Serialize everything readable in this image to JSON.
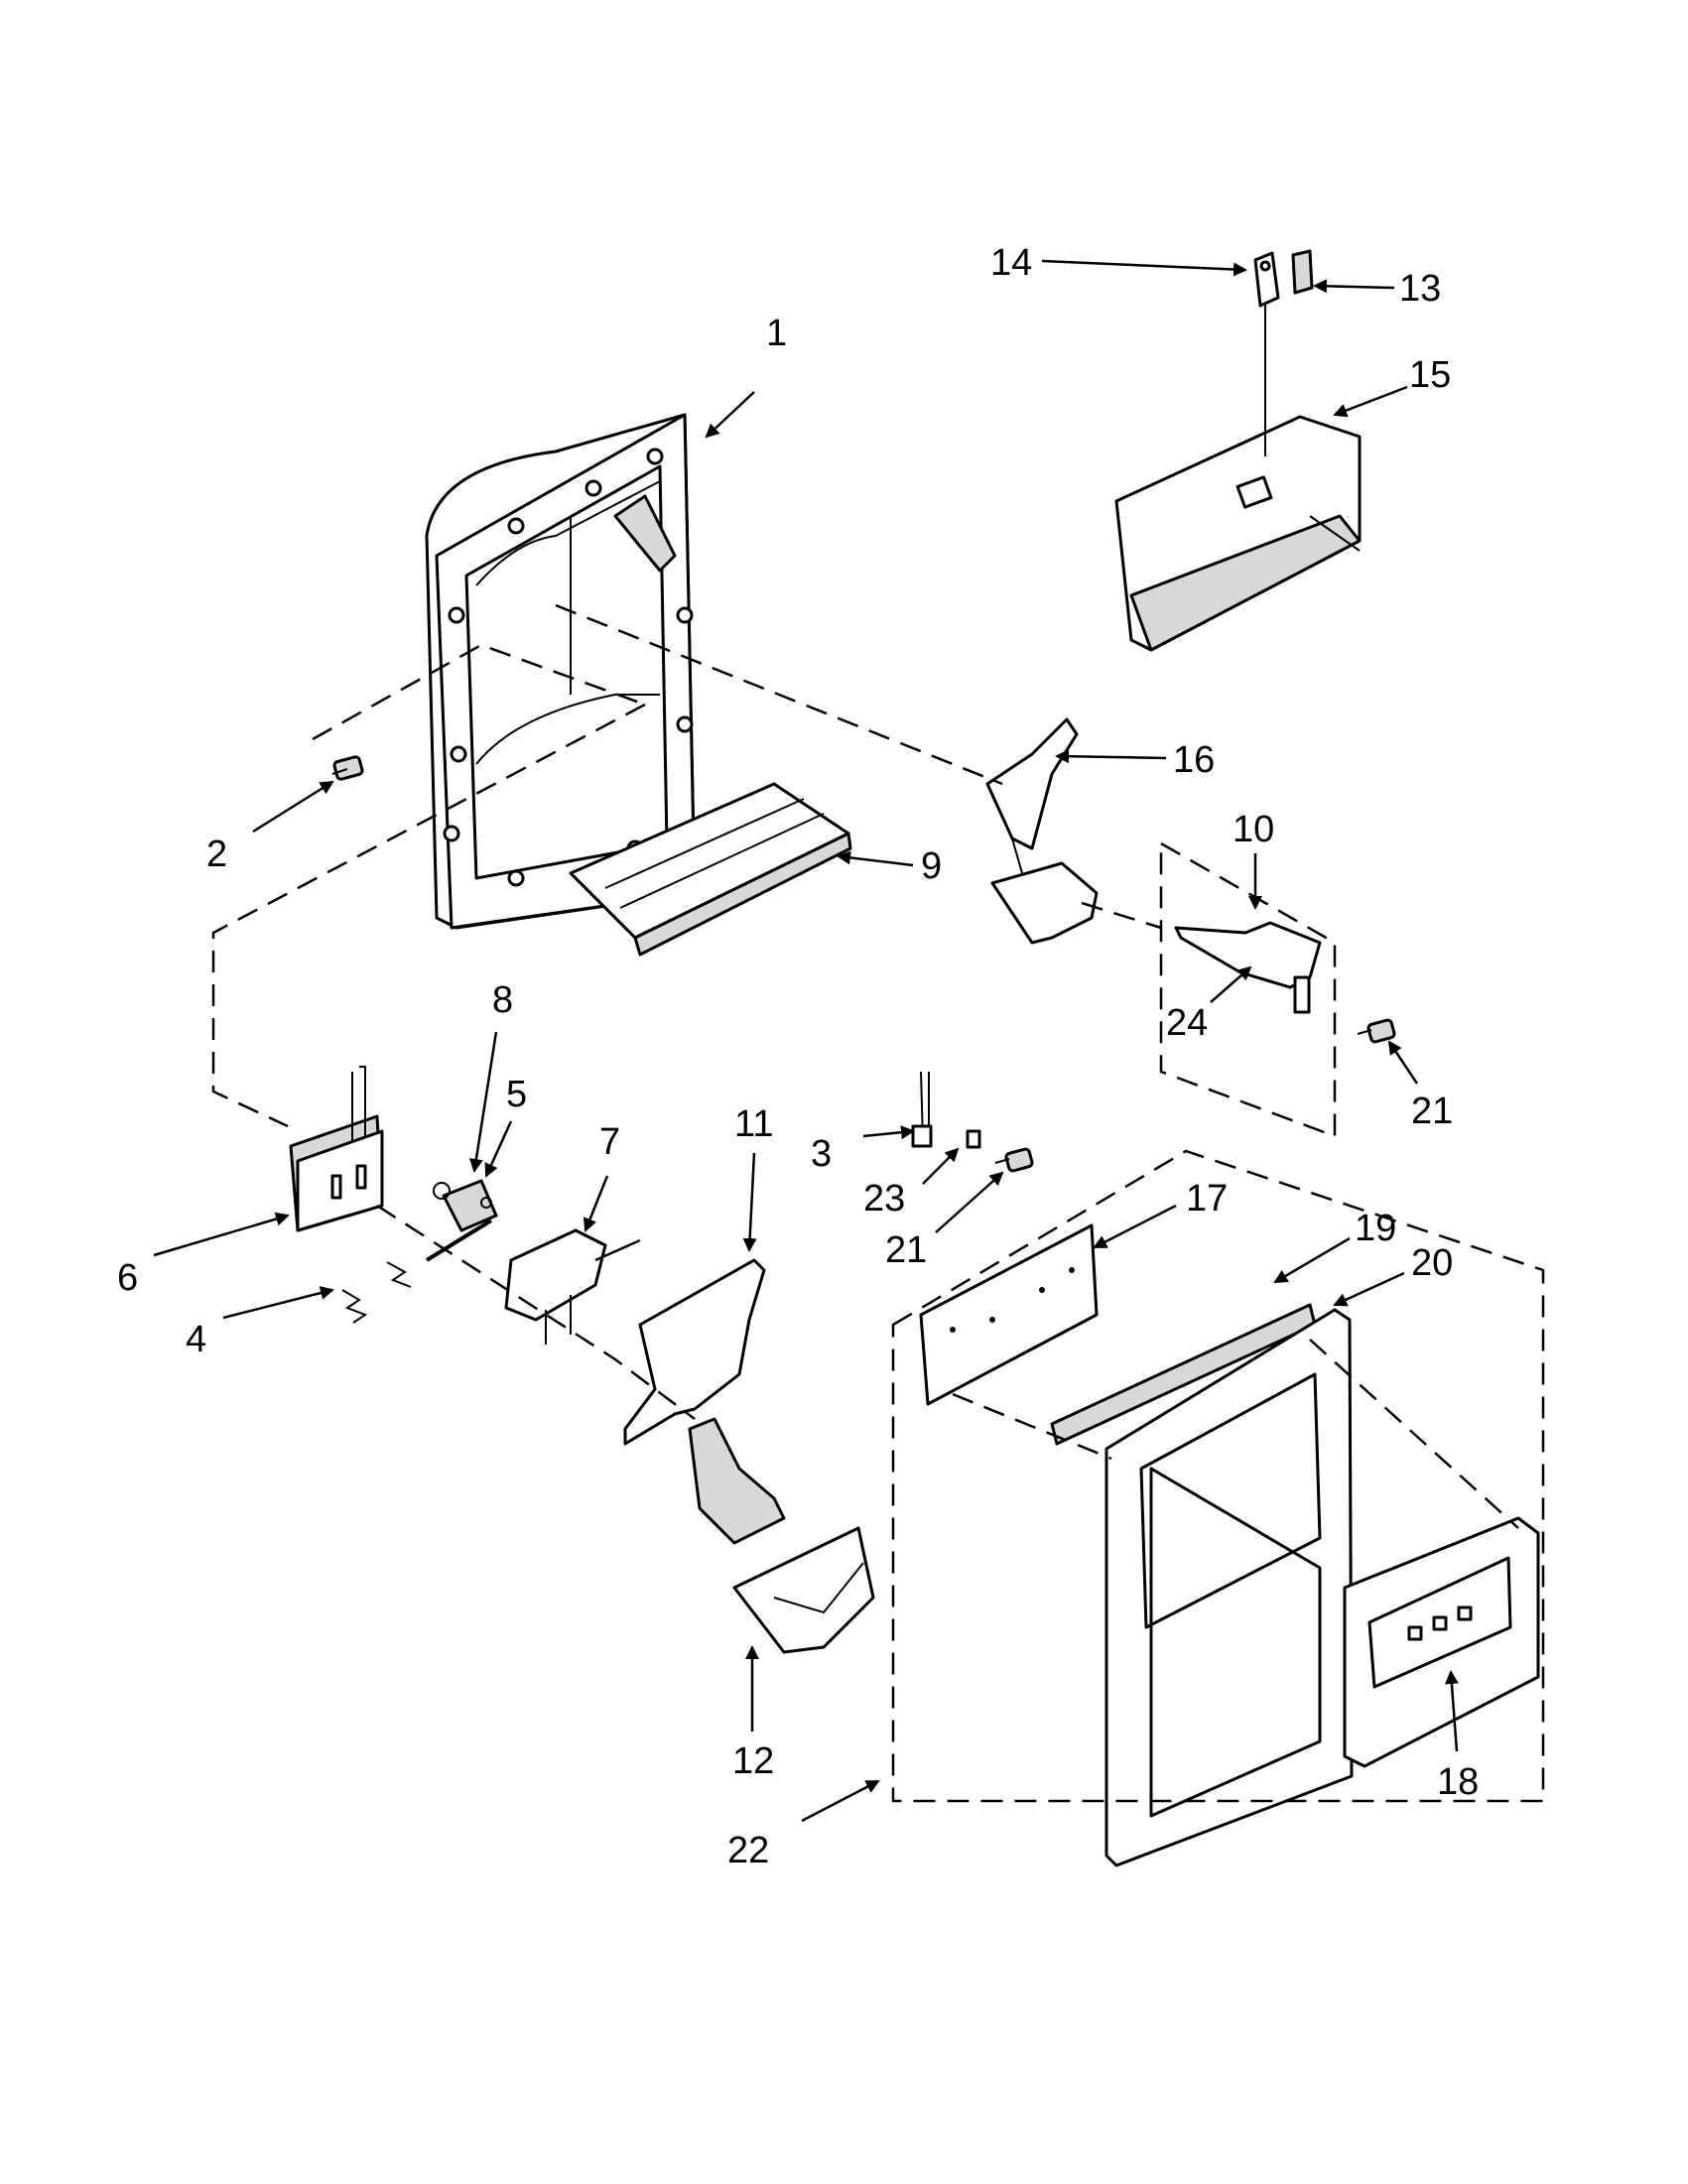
{
  "callouts": [
    {
      "id": "1",
      "text": "1"
    },
    {
      "id": "2",
      "text": "2"
    },
    {
      "id": "3",
      "text": "3"
    },
    {
      "id": "4",
      "text": "4"
    },
    {
      "id": "5",
      "text": "5"
    },
    {
      "id": "6",
      "text": "6"
    },
    {
      "id": "7",
      "text": "7"
    },
    {
      "id": "8",
      "text": "8"
    },
    {
      "id": "9",
      "text": "9"
    },
    {
      "id": "10",
      "text": "10"
    },
    {
      "id": "11",
      "text": "11"
    },
    {
      "id": "12",
      "text": "12"
    },
    {
      "id": "13",
      "text": "13"
    },
    {
      "id": "14",
      "text": "14"
    },
    {
      "id": "15",
      "text": "15"
    },
    {
      "id": "16",
      "text": "16"
    },
    {
      "id": "17",
      "text": "17"
    },
    {
      "id": "18",
      "text": "18"
    },
    {
      "id": "19",
      "text": "19"
    },
    {
      "id": "20",
      "text": "20"
    },
    {
      "id": "21a",
      "text": "21"
    },
    {
      "id": "21b",
      "text": "21"
    },
    {
      "id": "22",
      "text": "22"
    },
    {
      "id": "23",
      "text": "23"
    },
    {
      "id": "24",
      "text": "24"
    }
  ]
}
